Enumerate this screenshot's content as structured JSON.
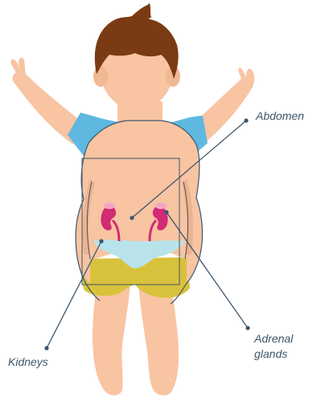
{
  "labels": {
    "abdomen": "Abdomen",
    "kidneys": "Kidneys",
    "adrenal_line1": "Adrenal",
    "adrenal_line2": "glands"
  },
  "colors": {
    "skin": "#f8c4a2",
    "skin_shadow": "#edb38f",
    "hair": "#7a3b14",
    "shirt": "#5fb8e0",
    "diaper": "#b9e3ea",
    "shorts": "#d9c23b",
    "kidney": "#d22a75",
    "adrenal": "#f4a6c3",
    "outline": "#3d566b",
    "label_text": "#3d566b"
  },
  "icons": [
    "child-figure-illustration",
    "kidney-icon",
    "adrenal-gland-icon"
  ]
}
